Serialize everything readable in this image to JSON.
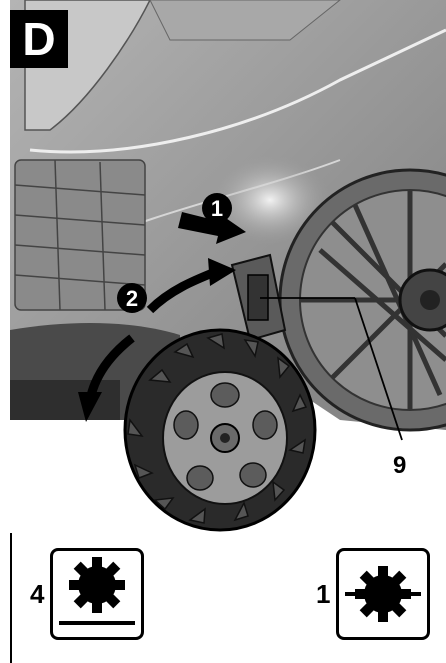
{
  "panel": {
    "label": "D"
  },
  "steps": {
    "step1": "1",
    "step2": "2"
  },
  "callouts": {
    "part": "9"
  },
  "height_settings": {
    "low": {
      "number": "4",
      "icon": "blade-gear-low-icon"
    },
    "high": {
      "number": "1",
      "icon": "blade-gear-high-icon"
    }
  },
  "colors": {
    "ink": "#000000",
    "body_gray": "#9a9a9a",
    "dark_gray": "#5a5a5a",
    "paper": "#ffffff"
  }
}
